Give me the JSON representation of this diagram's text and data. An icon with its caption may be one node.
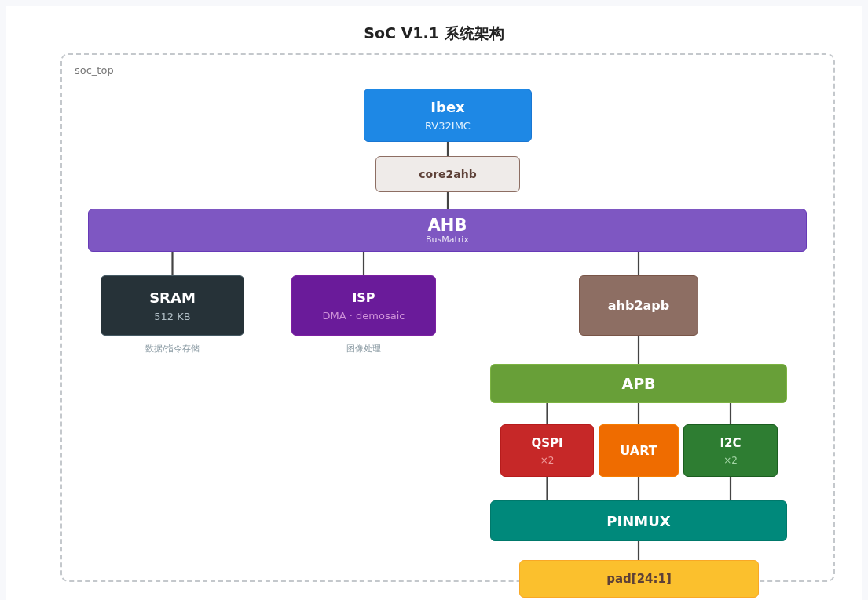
{
  "diagram": {
    "title": "SoC V1.1 系统架构",
    "nodes": [
      {
        "text": [
          "soc_top"
        ]
      },
      {
        "text": [
          "Ibex",
          "RV32IMC"
        ],
        "in": 0
      },
      {
        "text": [
          "core2ahb"
        ],
        "in": 0
      },
      {
        "text": [
          "AHB",
          "BusMatrix"
        ],
        "in": 0
      },
      {
        "text": [
          "SRAM",
          "512 KB"
        ],
        "beside": [
          "数据/指令存储"
        ],
        "in": 0
      },
      {
        "text": [
          "ISP",
          "DMA · demosaic"
        ],
        "beside": [
          "图像处理"
        ],
        "in": 0
      },
      {
        "text": [
          "ahb2apb"
        ],
        "in": 0
      },
      {
        "text": [
          "APB"
        ],
        "in": 0
      },
      {
        "text": [
          "QSPI",
          "×2"
        ],
        "in": 0
      },
      {
        "text": [
          "UART"
        ],
        "in": 0
      },
      {
        "text": [
          "I2C",
          "×2"
        ],
        "in": 0
      },
      {
        "text": [
          "PINMUX"
        ],
        "in": 0
      },
      {
        "text": [
          "pad[24:1]"
        ]
      }
    ],
    "edges": [
      {
        "from": 1,
        "to": 2,
        "arrow": "none"
      },
      {
        "from": 2,
        "to": 3,
        "arrow": "none"
      },
      {
        "from": 3,
        "to": 4,
        "arrow": "none"
      },
      {
        "from": 3,
        "to": 5,
        "arrow": "none"
      },
      {
        "from": 3,
        "to": 6,
        "arrow": "none"
      },
      {
        "from": 6,
        "to": 7,
        "arrow": "none"
      },
      {
        "from": 7,
        "to": 8,
        "arrow": "none"
      },
      {
        "from": 7,
        "to": 9,
        "arrow": "none"
      },
      {
        "from": 7,
        "to": 10,
        "arrow": "none"
      },
      {
        "from": 8,
        "to": 11,
        "arrow": "none"
      },
      {
        "from": 9,
        "to": 11,
        "arrow": "none"
      },
      {
        "from": 10,
        "to": 11,
        "arrow": "none"
      },
      {
        "from": 11,
        "to": 12,
        "arrow": "none"
      }
    ]
  }
}
